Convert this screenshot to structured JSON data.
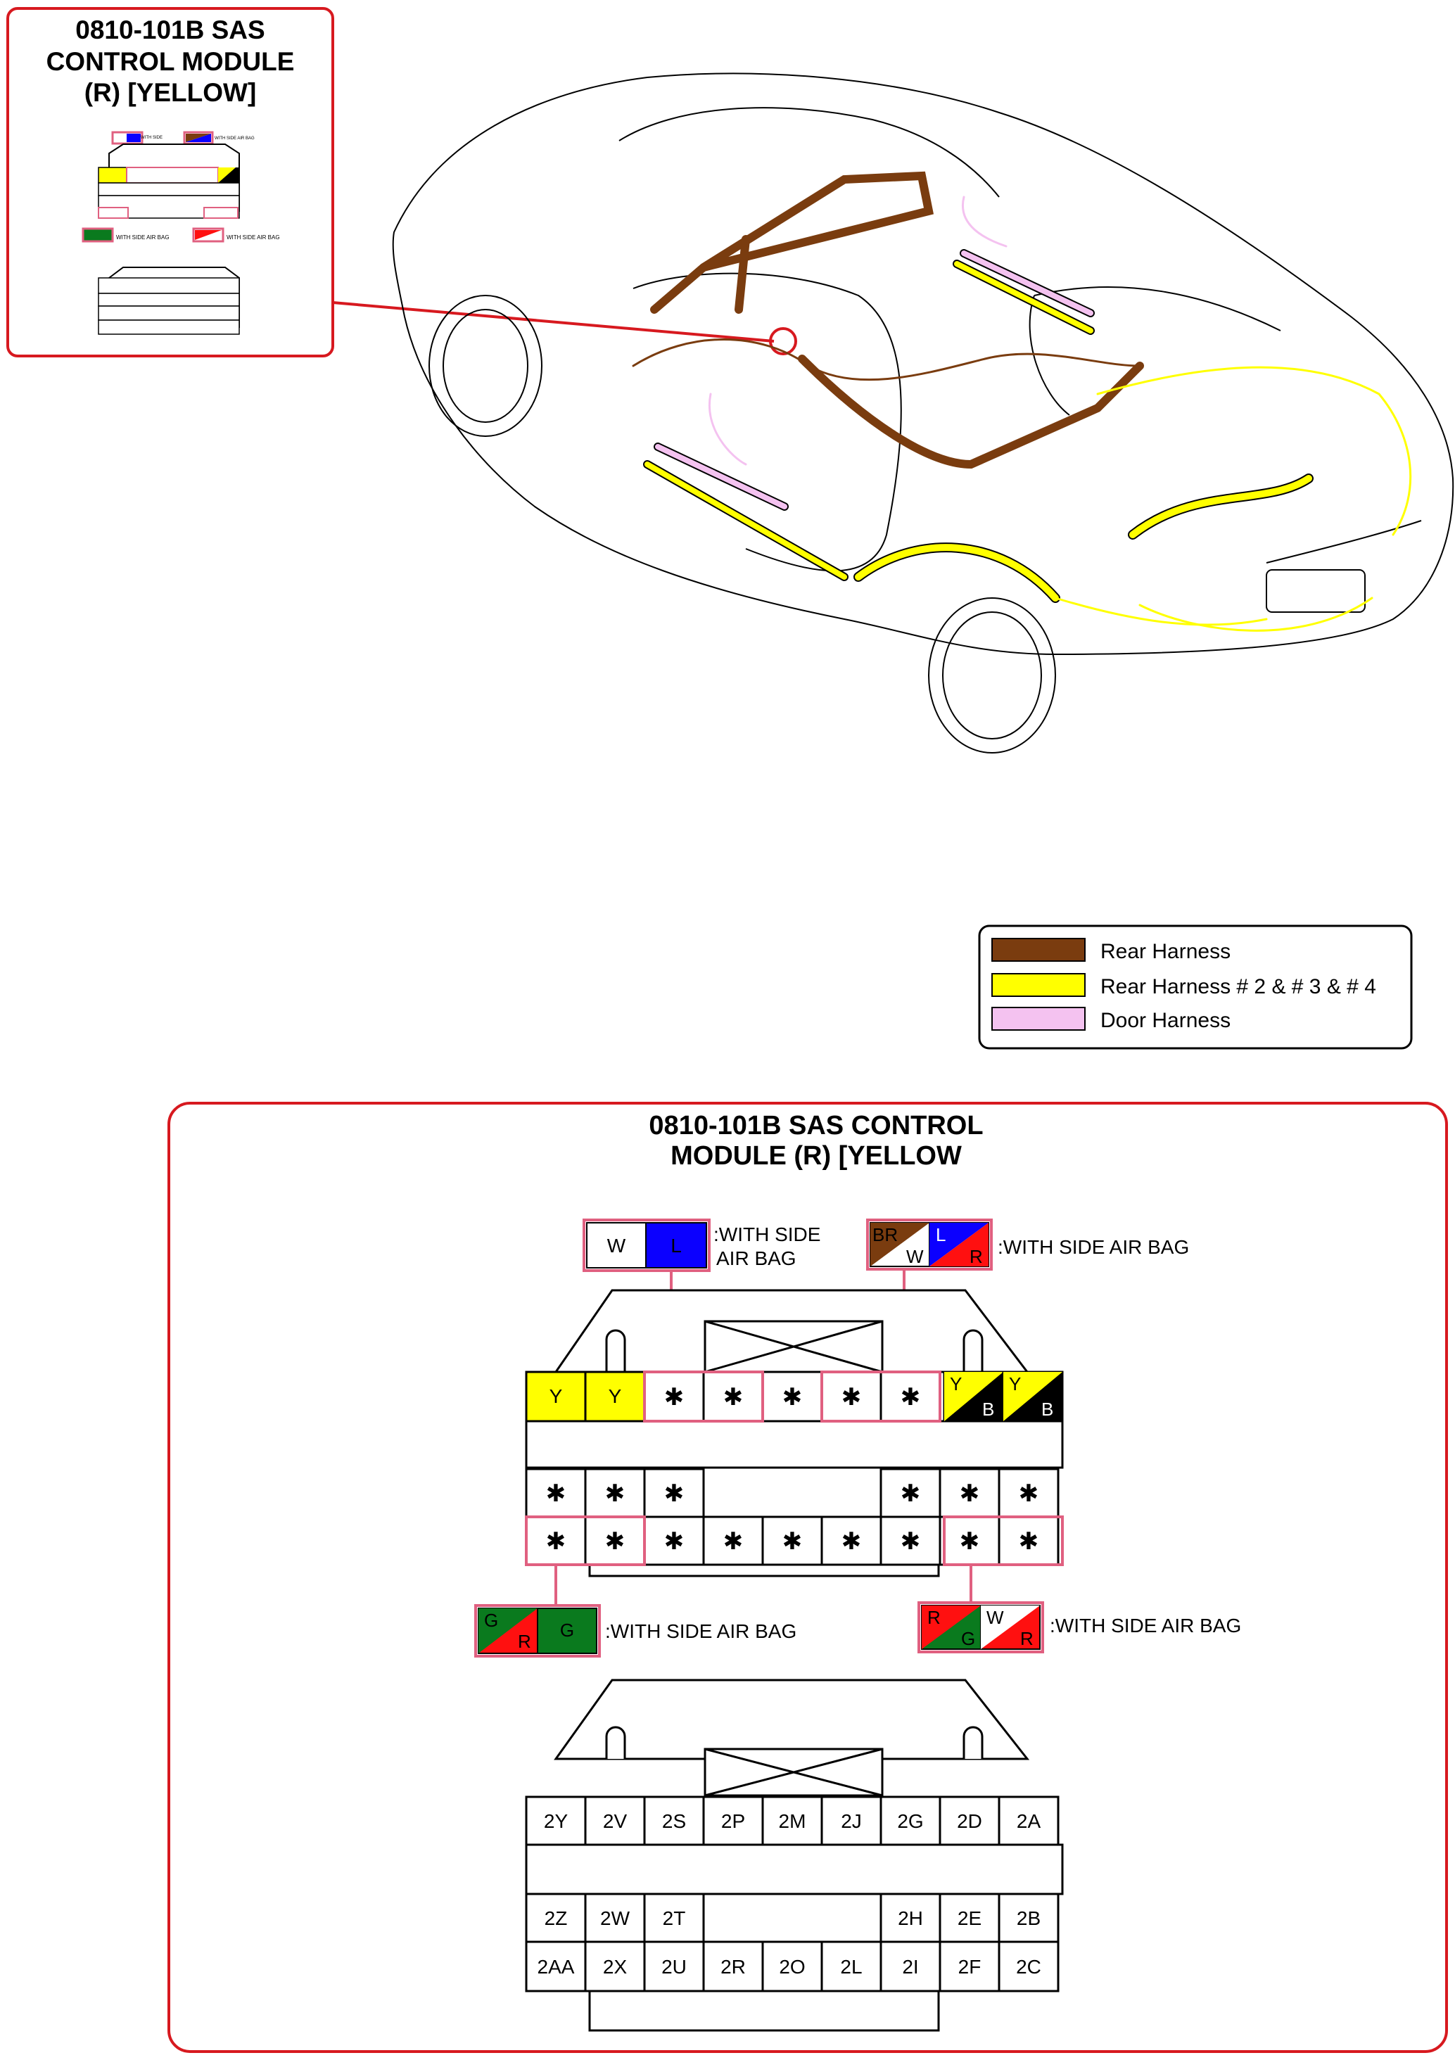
{
  "title": {
    "line1": "0810-101B SAS",
    "line2": "CONTROL MODULE",
    "line3": "(R) [YELLOW]"
  },
  "detail_title": {
    "line1": "0810-101B SAS CONTROL",
    "line2": "MODULE (R) [YELLOW"
  },
  "legend": {
    "items": [
      {
        "label": "Rear Harness",
        "color": "#7a3c0f"
      },
      {
        "label": "Rear Harness # 2 & # 3 & # 4",
        "color": "#ffff00"
      },
      {
        "label": "Door Harness",
        "color": "#f4c2f0"
      }
    ]
  },
  "callouts": {
    "top_left": {
      "a": "W",
      "b": "L",
      "text1": ":WITH SIDE",
      "text2": "AIR BAG"
    },
    "top_right": {
      "a": "BR",
      "b": "W",
      "c": "L",
      "d": "R",
      "text": ":WITH SIDE AIR BAG"
    },
    "bottom_left": {
      "a": "G",
      "b": "R",
      "c": "G",
      "text": ":WITH SIDE AIR BAG"
    },
    "bottom_right": {
      "a": "R",
      "b": "G",
      "c": "W",
      "d": "R",
      "text": ":WITH SIDE AIR BAG"
    }
  },
  "connector": {
    "top_row": {
      "y1": "Y",
      "y2": "Y",
      "yb1_top": "Y",
      "yb1_bottom": "B",
      "yb2_top": "Y",
      "yb2_bottom": "B"
    },
    "star": "✱"
  },
  "pinout": {
    "row1": [
      "2Y",
      "2V",
      "2S",
      "2P",
      "2M",
      "2J",
      "2G",
      "2D",
      "2A"
    ],
    "row3_left": [
      "2Z",
      "2W",
      "2T"
    ],
    "row3_right": [
      "2H",
      "2E",
      "2B"
    ],
    "row4": [
      "2AA",
      "2X",
      "2U",
      "2R",
      "2O",
      "2L",
      "2I",
      "2F",
      "2C"
    ]
  },
  "colors": {
    "frame": "#d7191f",
    "callout_border": "#e06080",
    "wire_yellow": "#ffff00",
    "wire_brown": "#7a3c0f",
    "wire_pink": "#f4c2f0",
    "green": "#0a7a1e",
    "blue": "#0b00ff",
    "red": "#ff1010",
    "black": "#000000"
  }
}
